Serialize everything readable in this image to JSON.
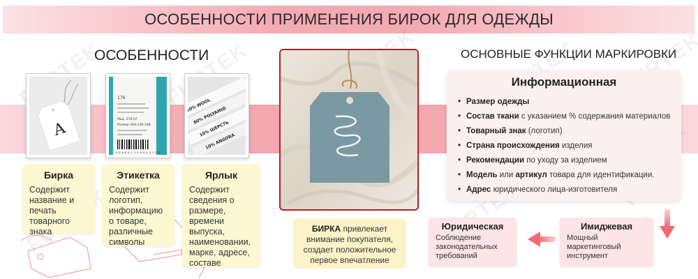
{
  "header": {
    "title": "ОСОБЕННОСТИ ПРИМЕНЕНИЯ БИРОК ДЛЯ ОДЕЖДЫ"
  },
  "watermark": "FURTEK",
  "features": {
    "title": "ОСОБЕННОСТИ",
    "cards": [
      {
        "title": "Бирка",
        "lines": [
          "Содержит",
          "название и",
          "печать",
          "товарного",
          "знака"
        ]
      },
      {
        "title": "Этикетка",
        "lines": [
          "Содержит",
          "логотип,",
          "информацию",
          "о товаре,",
          "различные",
          "символы"
        ]
      },
      {
        "title": "Ярлык",
        "lines": [
          "Содержит",
          "сведения о",
          "размере,",
          "времени",
          "выпуска,",
          "наименовании,",
          "марке, адресе,",
          "составе"
        ]
      }
    ]
  },
  "bottom_note": {
    "bold": "БИРКА",
    "l1": " привлекает",
    "l2": "внимание покупателя,",
    "l3": "создает положительное",
    "l4": "первое впечатление"
  },
  "functions": {
    "title": "ОСНОВНЫЕ ФУНКЦИИ МАРКИРОВКИ",
    "info": {
      "title": "Информационная",
      "items": [
        {
          "bold": "Размер одежды",
          "rest": ""
        },
        {
          "bold": "Состав ткани",
          "rest": " с указанием % содержания материалов"
        },
        {
          "bold": "Товарный знак",
          "rest": " (логотип)"
        },
        {
          "bold": "Страна происхождения",
          "rest": " изделия"
        },
        {
          "bold": "Рекомендации",
          "rest": " по уходу за изделием"
        },
        {
          "bold": "Модель",
          "mid": " или ",
          "bold2": "артикул",
          "rest": " товара для идентификации."
        },
        {
          "bold": "Адрес",
          "rest": " юридического лица-изготовителя"
        }
      ]
    },
    "legal": {
      "title": "Юридическая",
      "lines": [
        "Соблюдение",
        "законодательных",
        "требований"
      ]
    },
    "image": {
      "title": "Имиджевая",
      "lines": [
        "Мощный",
        "маркетинговый",
        "инструмент"
      ]
    }
  },
  "label_texts": {
    "barcode_digits": "4 0 0 8 5 1 1 4 9 9 4 4 1 3 5",
    "label_lines": [
      "176",
      "Размер 164-130-108",
      "Мод. 276-07"
    ],
    "ribbon_lines": [
      "10% ANGORA",
      "10% ШЕРСТЬ",
      "80% POLYAMID",
      "10% WOOL"
    ]
  },
  "colors": {
    "accent_red": "#b3202a",
    "pink_band": "#f3a7ae",
    "yellow_card": "#fdf8d2",
    "info_bg": "#fdf0f1",
    "tag_blue": "#7897a1"
  }
}
